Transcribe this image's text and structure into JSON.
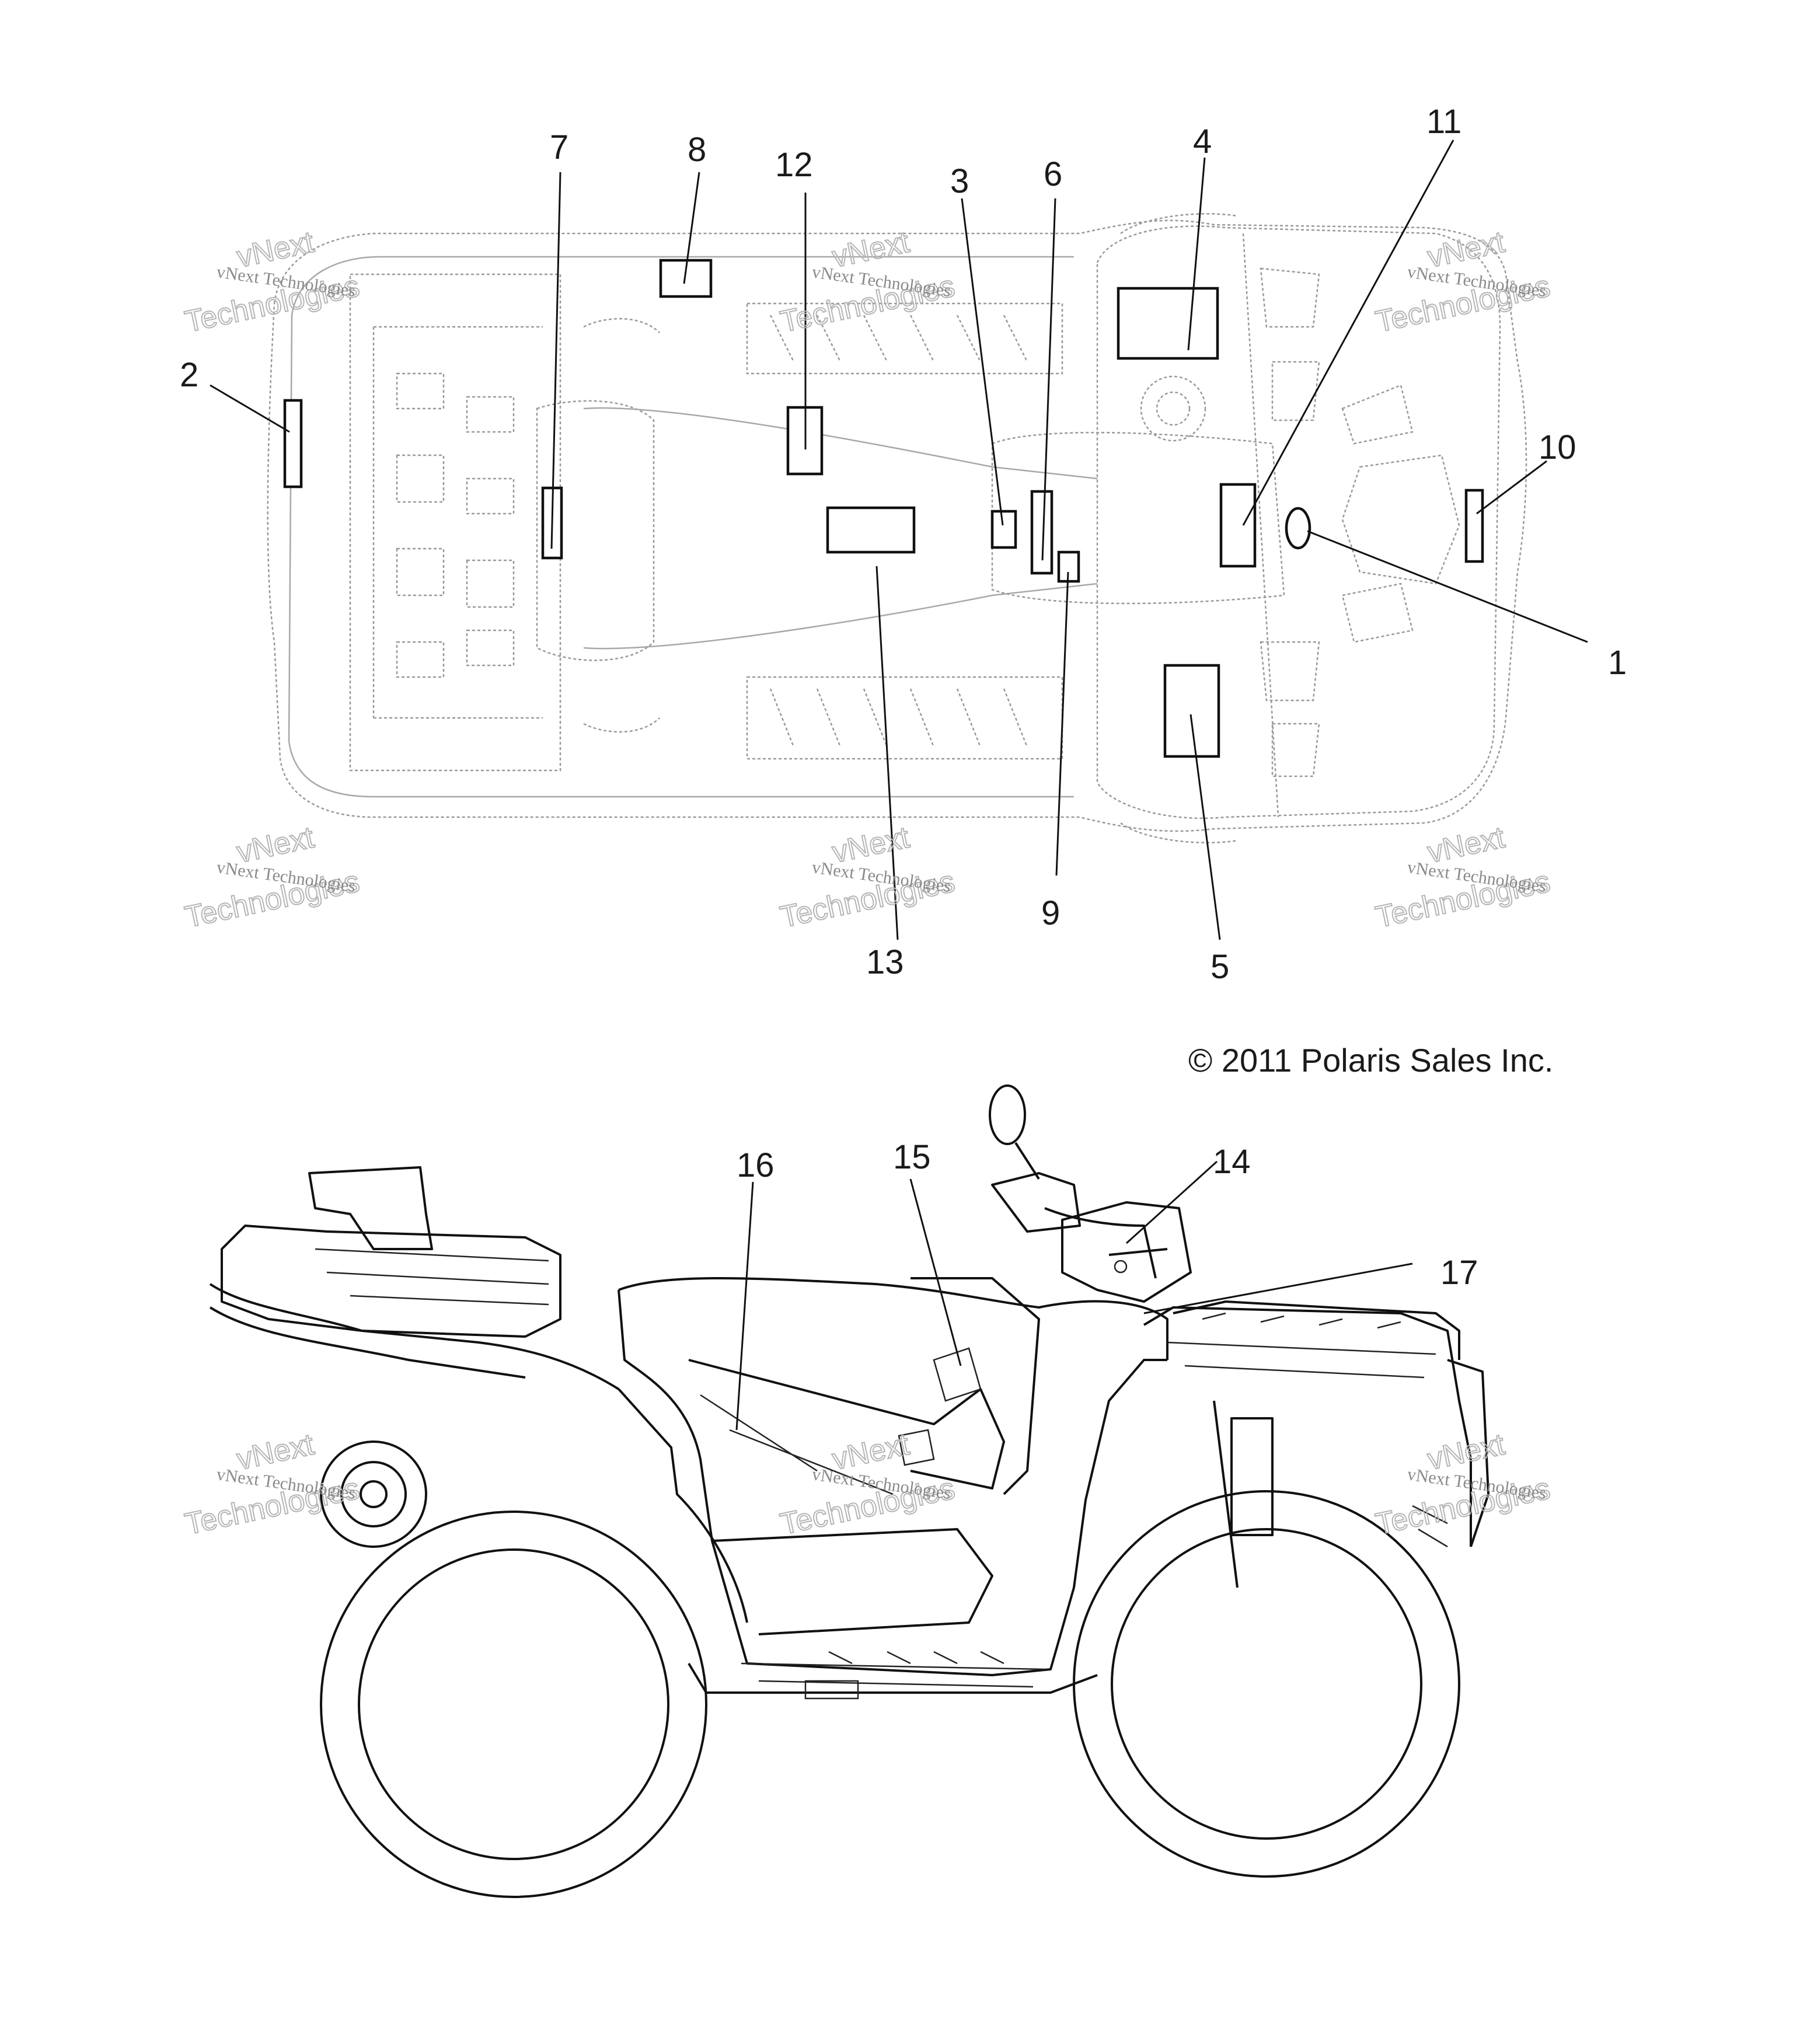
{
  "figure": {
    "copyright": "© 2011 Polaris Sales Inc.",
    "watermark": {
      "line1": "vNext Technologies",
      "line2": "vNext",
      "line3": "Technologies"
    }
  },
  "top_view": {
    "callouts": {
      "c1": "1",
      "c2": "2",
      "c3": "3",
      "c4": "4",
      "c5": "5",
      "c6": "6",
      "c7": "7",
      "c8": "8",
      "c9": "9",
      "c10": "10",
      "c11": "11",
      "c12": "12",
      "c13": "13"
    }
  },
  "side_view": {
    "callouts": {
      "c14": "14",
      "c15": "15",
      "c16": "16",
      "c17": "17"
    }
  },
  "colors": {
    "line": "#111111",
    "outline": "#9a9a9a",
    "watermark": "#b5b5b5",
    "background": "#ffffff"
  }
}
